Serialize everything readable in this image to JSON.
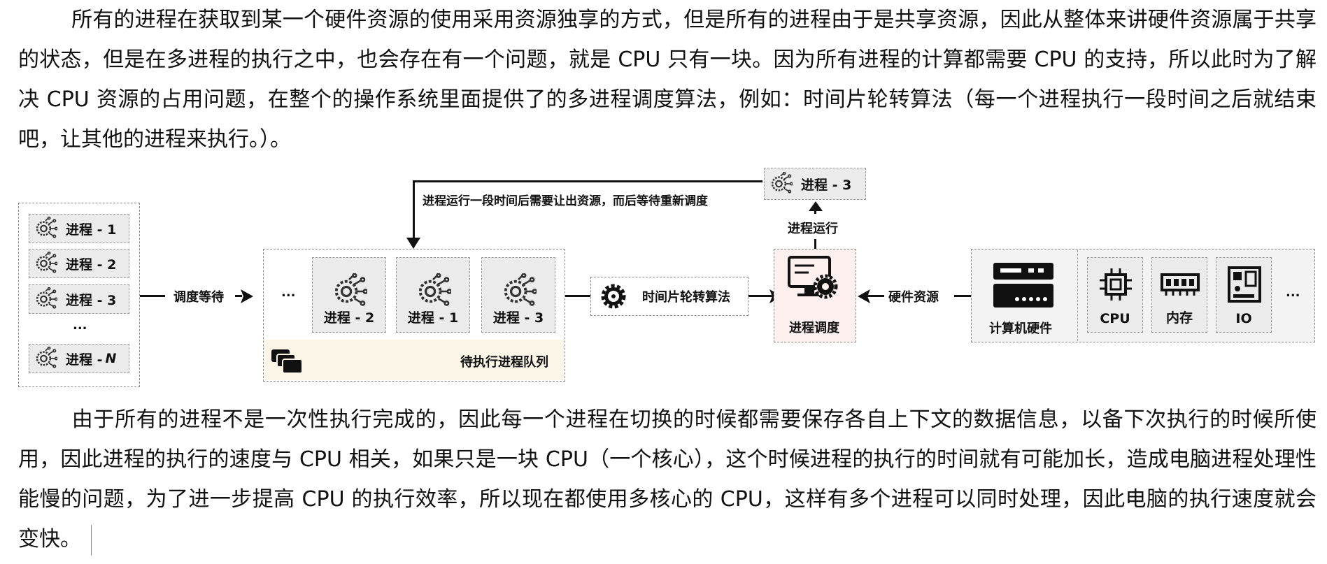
{
  "paragraph1": "所有的进程在获取到某一个硬件资源的使用采用资源独享的方式，但是所有的进程由于是共享资源，因此从整体来讲硬件资源属于共享的状态，但是在多进程的执行之中，也会存在有一个问题，就是 CPU 只有一块。因为所有进程的计算都需要 CPU 的支持，所以此时为了解决 CPU 资源的占用问题，在整个的操作系统里面提供了的多进程调度算法，例如：时间片轮转算法（每一个进程执行一段时间之后就结束吧，让其他的进程来执行。）。",
  "paragraph2": "由于所有的进程不是一次性执行完成的，因此每一个进程在切换的时候都需要保存各自上下文的数据信息，以备下次执行的时候所使用，因此进程的执行的速度与 CPU 相关，如果只是一块 CPU（一个核心），这个时候进程的执行的时间就有可能加长，造成电脑进程处理性能慢的问题，为了进一步提高 CPU 的执行效率，所以现在都使用多核心的 CPU，这样有多个进程可以同时处理，因此电脑的执行速度就会变快。",
  "diagram": {
    "process_list": [
      "进程 - 1",
      "进程 - 2",
      "进程 - 3"
    ],
    "process_list_ellipsis": "...",
    "process_n": "进程 - ",
    "process_n_var": "N",
    "wait_label": "调度等待",
    "queue_ellipsis": "...",
    "queue_items": [
      "进程 - 2",
      "进程 - 1",
      "进程 - 3"
    ],
    "queue_label": "待执行进程队列",
    "algorithm_label": "时间片轮转算法",
    "scheduler_label": "进程调度",
    "running_label": "进程运行",
    "running_process": "进程 - 3",
    "yield_label": "进程运行一段时间后需要让出资源，而后等待重新调度",
    "hardware_resource_label": "硬件资源",
    "computer_label": "计算机硬件",
    "hardware_items": [
      "CPU",
      "内存",
      "IO"
    ],
    "hardware_ellipsis": "..."
  }
}
